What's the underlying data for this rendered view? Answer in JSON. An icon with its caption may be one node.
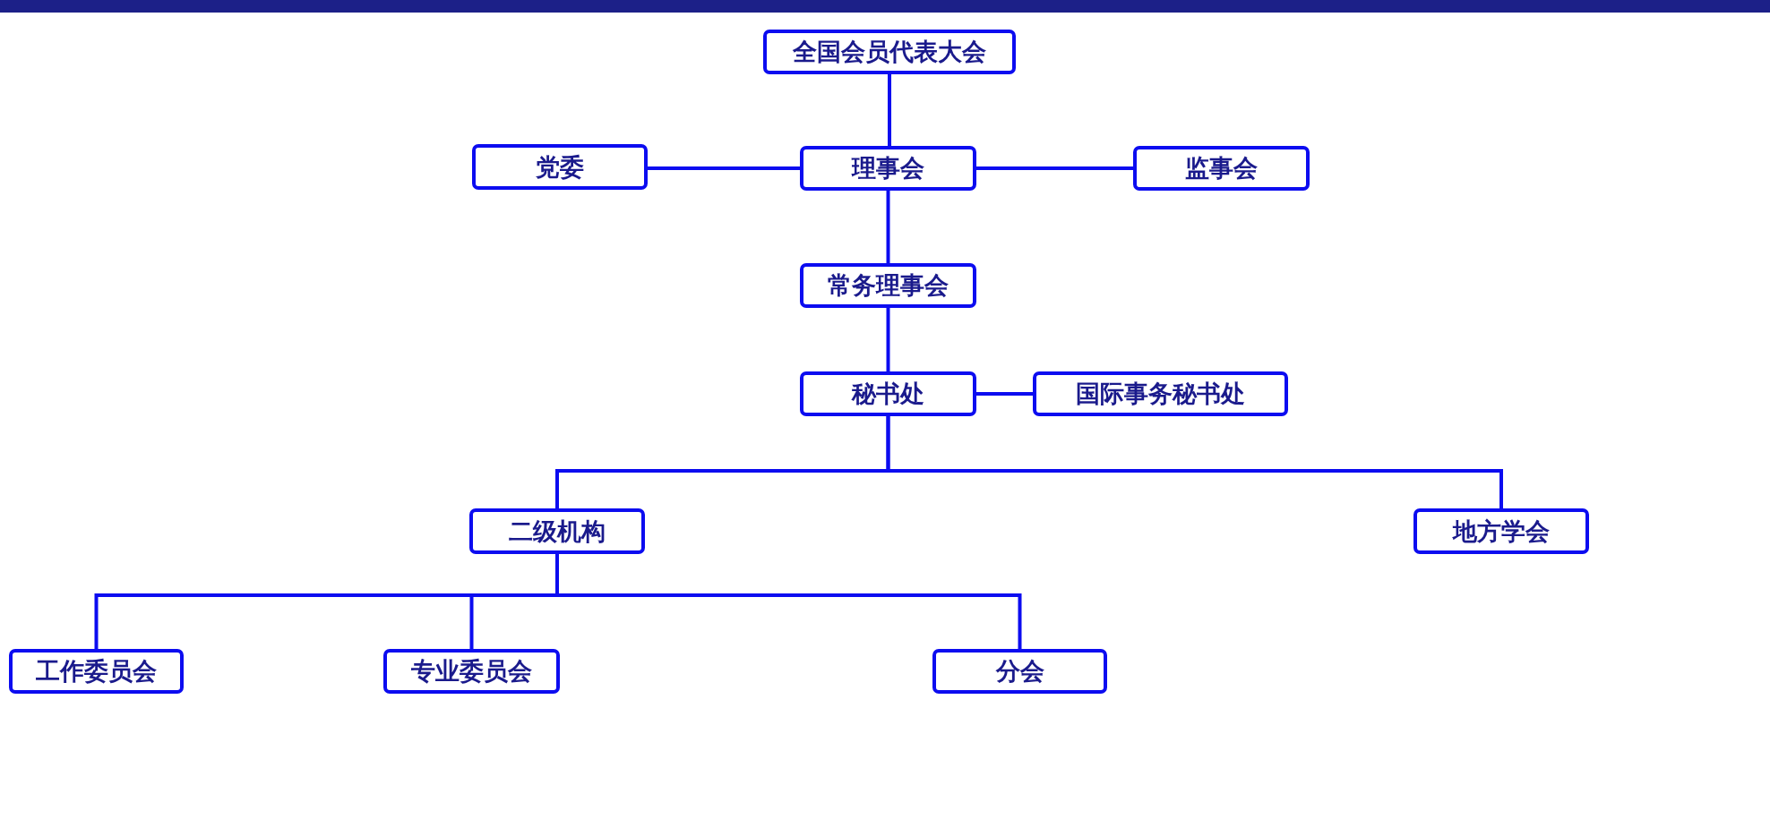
{
  "diagram": {
    "nodes": [
      {
        "text": [
          "全国会员代表大会"
        ]
      },
      {
        "text": [
          "党委"
        ]
      },
      {
        "text": [
          "理事会"
        ]
      },
      {
        "text": [
          "监事会"
        ]
      },
      {
        "text": [
          "常务理事会"
        ]
      },
      {
        "text": [
          "秘书处"
        ]
      },
      {
        "text": [
          "国际事务秘书处"
        ]
      },
      {
        "text": [
          "二级机构"
        ]
      },
      {
        "text": [
          "地方学会"
        ]
      },
      {
        "text": [
          "工作委员会"
        ]
      },
      {
        "text": [
          "专业委员会"
        ]
      },
      {
        "text": [
          "分会"
        ]
      }
    ],
    "edges": [
      {
        "from": 0,
        "to": 2,
        "arrow": "none"
      },
      {
        "from": 2,
        "to": 1,
        "arrow": "none"
      },
      {
        "from": 2,
        "to": 3,
        "arrow": "none"
      },
      {
        "from": 2,
        "to": 4,
        "arrow": "none"
      },
      {
        "from": 4,
        "to": 5,
        "arrow": "none"
      },
      {
        "from": 5,
        "to": 6,
        "arrow": "none"
      },
      {
        "from": 5,
        "to": 7,
        "arrow": "none"
      },
      {
        "from": 5,
        "to": 8,
        "arrow": "none"
      },
      {
        "from": 7,
        "to": 9,
        "arrow": "none"
      },
      {
        "from": 7,
        "to": 10,
        "arrow": "none"
      },
      {
        "from": 7,
        "to": 11,
        "arrow": "none"
      }
    ]
  }
}
